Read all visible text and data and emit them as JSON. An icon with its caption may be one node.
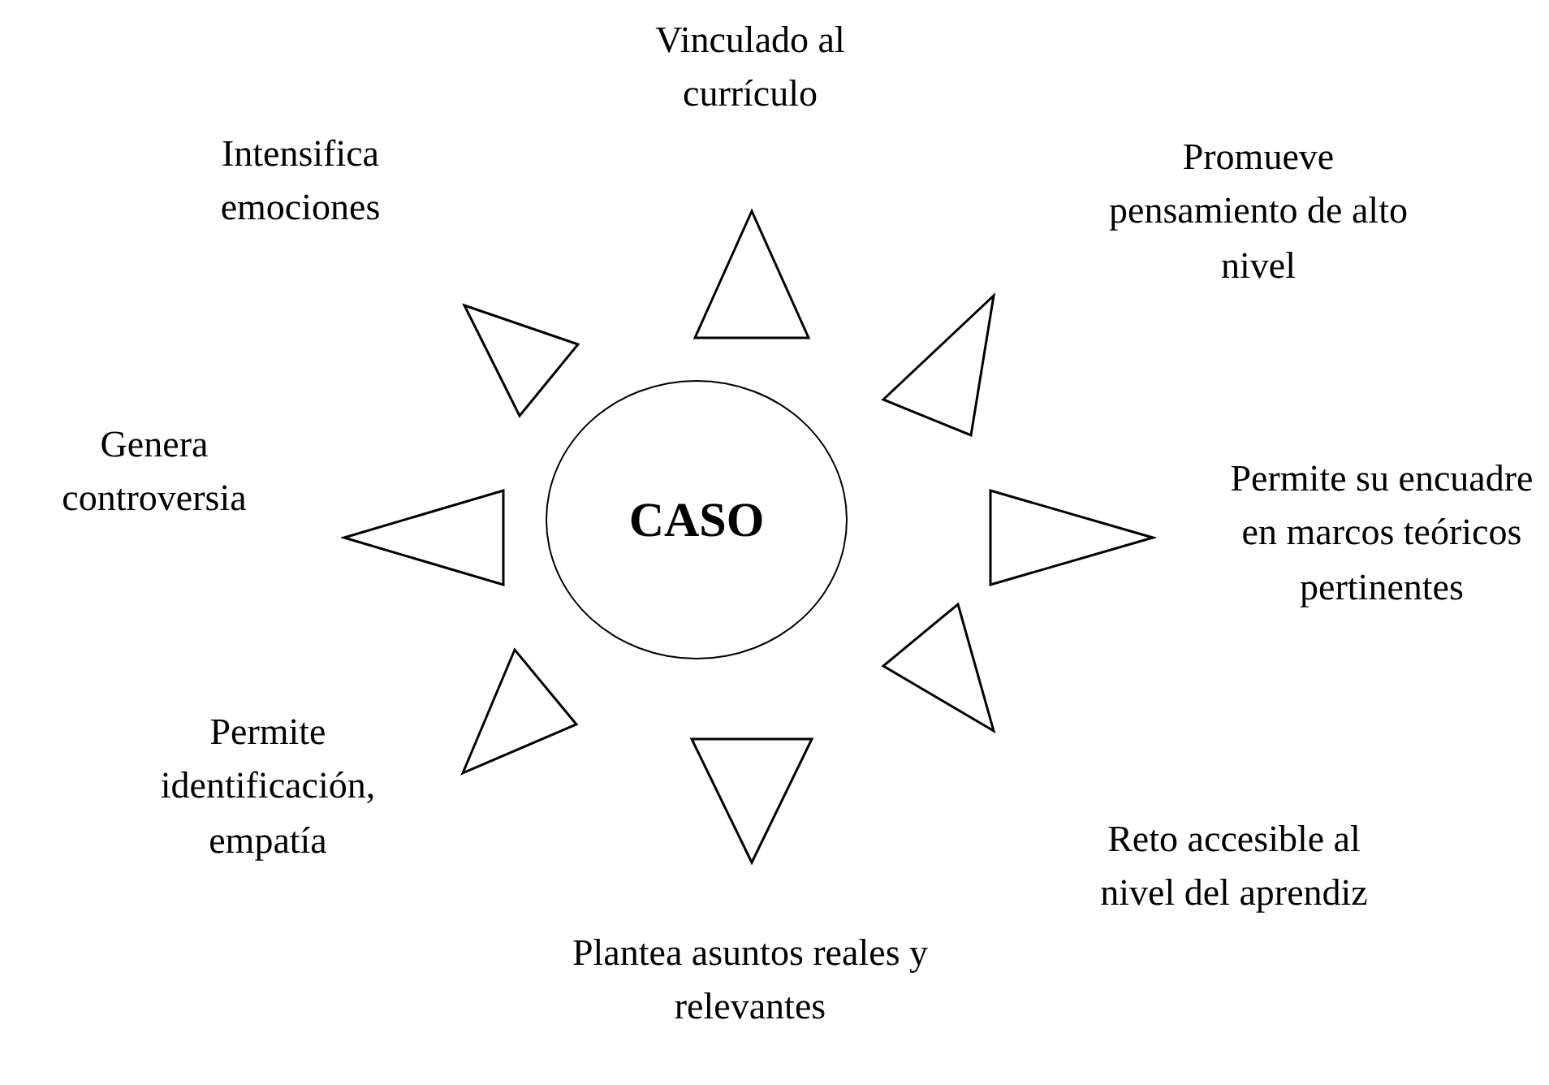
{
  "diagram": {
    "nodes": [
      {
        "text": [
          "CASO"
        ]
      },
      {
        "text": [],
        "shape": "triangle",
        "beside": [
          "Vinculado al currículo"
        ]
      },
      {
        "text": [],
        "shape": "triangle",
        "beside": [
          "Promueve pensamiento de alto nivel"
        ]
      },
      {
        "text": [],
        "shape": "triangle",
        "beside": [
          "Permite su encuadre en marcos teóricos pertinentes"
        ]
      },
      {
        "text": [],
        "shape": "triangle",
        "beside": [
          "Reto accesible al nivel del aprendiz"
        ]
      },
      {
        "text": [],
        "shape": "triangle",
        "beside": [
          "Plantea asuntos reales y relevantes"
        ]
      },
      {
        "text": [],
        "shape": "triangle",
        "beside": [
          "Permite identificación, empatía"
        ]
      },
      {
        "text": [],
        "shape": "triangle",
        "beside": [
          "Genera controversia"
        ]
      },
      {
        "text": [],
        "shape": "triangle",
        "beside": [
          "Intensifica emociones"
        ]
      }
    ]
  }
}
